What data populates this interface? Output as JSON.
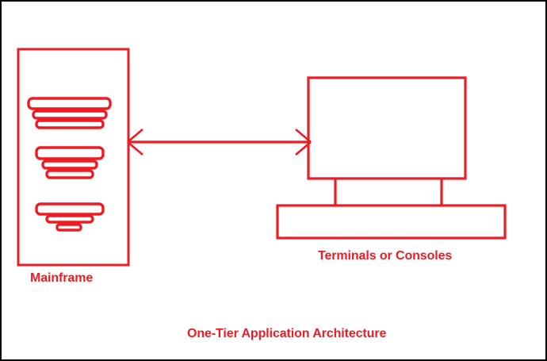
{
  "diagram": {
    "title": "One-Tier Application Architecture",
    "type": "architecture-diagram",
    "colors": {
      "stroke": "#ED1C24",
      "background": "#FFFFFF",
      "border": "#000000"
    },
    "nodes": {
      "mainframe": {
        "label": "Mainframe",
        "shape": "rectangle",
        "icon": "server-stack-icon",
        "stack_count": 3
      },
      "terminals": {
        "label": "Terminals or Consoles",
        "shape": "monitor",
        "icon": "computer-monitor-icon",
        "parts": [
          "screen",
          "stand",
          "keyboard-base"
        ]
      }
    },
    "connector": {
      "style": "double-headed-arrow",
      "from": "mainframe",
      "to": "terminals",
      "label": ""
    }
  }
}
